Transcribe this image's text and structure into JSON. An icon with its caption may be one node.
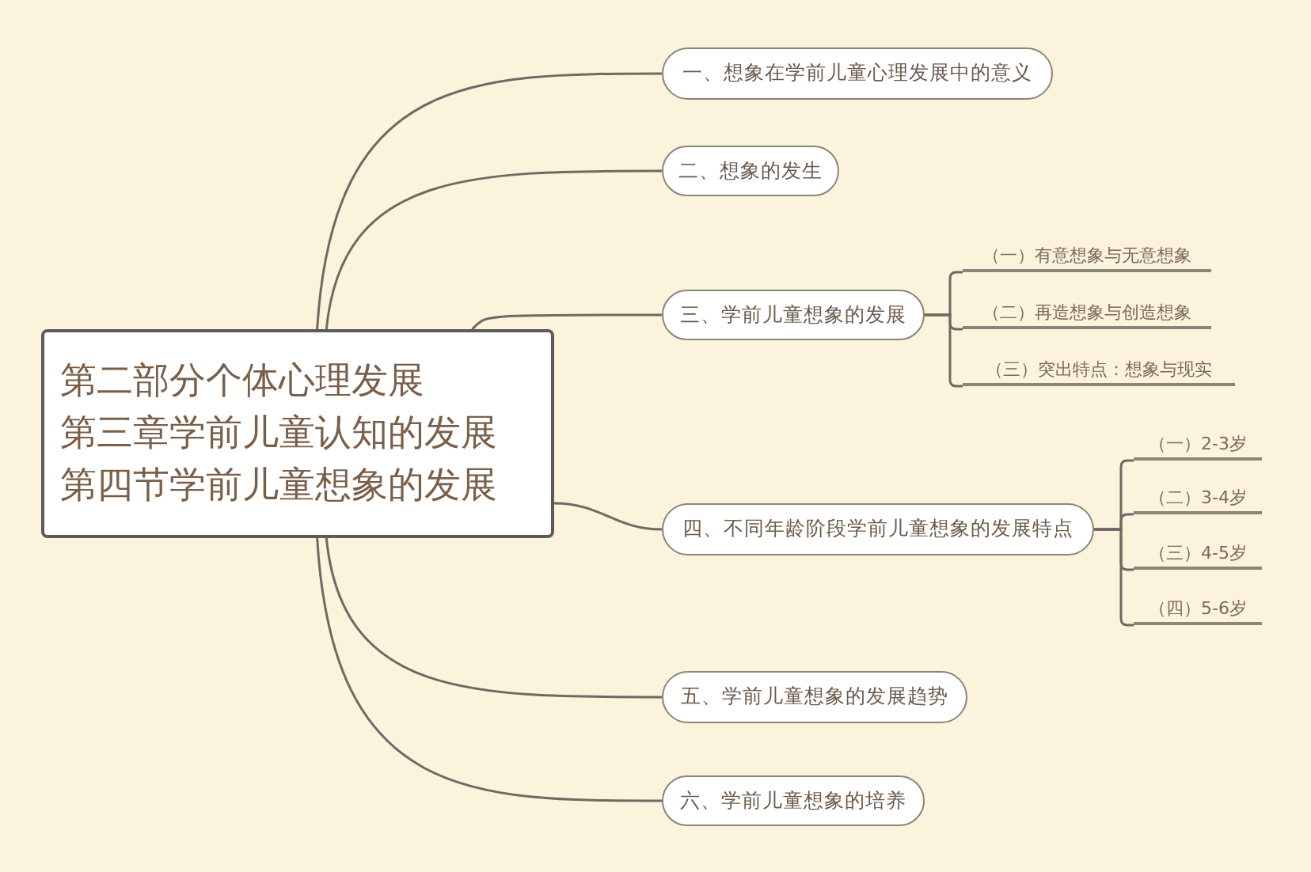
{
  "diagram": {
    "nodes": [
      {
        "text": [
          "第二部分个体心理发展",
          "第三章学前儿童认知的发展",
          "第四节学前儿童想象的发展"
        ]
      },
      {
        "text": [
          "一、想象在学前儿童心理发展中的意义"
        ]
      },
      {
        "text": [
          "二、想象的发生"
        ]
      },
      {
        "text": [
          "三、学前儿童想象的发展"
        ]
      },
      {
        "text": [
          "（一）有意想象与无意想象"
        ]
      },
      {
        "text": [
          "（二）再造想象与创造想象"
        ]
      },
      {
        "text": [
          "（三）突出特点：想象与现实"
        ]
      },
      {
        "text": [
          "四、不同年龄阶段学前儿童想象的发展特点"
        ]
      },
      {
        "text": [
          "（一）2-3岁"
        ]
      },
      {
        "text": [
          "（二）3-4岁"
        ]
      },
      {
        "text": [
          "（三）4-5岁"
        ]
      },
      {
        "text": [
          "（四）5-6岁"
        ]
      },
      {
        "text": [
          "五、学前儿童想象的发展趋势"
        ]
      },
      {
        "text": [
          "六、学前儿童想象的培养"
        ]
      }
    ],
    "edges": [
      {
        "from": 0,
        "to": 1,
        "arrow": "none"
      },
      {
        "from": 0,
        "to": 2,
        "arrow": "none"
      },
      {
        "from": 0,
        "to": 3,
        "arrow": "none"
      },
      {
        "from": 3,
        "to": 4,
        "arrow": "none"
      },
      {
        "from": 3,
        "to": 5,
        "arrow": "none"
      },
      {
        "from": 3,
        "to": 6,
        "arrow": "none"
      },
      {
        "from": 0,
        "to": 7,
        "arrow": "none"
      },
      {
        "from": 7,
        "to": 8,
        "arrow": "none"
      },
      {
        "from": 7,
        "to": 9,
        "arrow": "none"
      },
      {
        "from": 7,
        "to": 10,
        "arrow": "none"
      },
      {
        "from": 7,
        "to": 11,
        "arrow": "none"
      },
      {
        "from": 0,
        "to": 12,
        "arrow": "none"
      },
      {
        "from": 0,
        "to": 13,
        "arrow": "none"
      }
    ]
  }
}
